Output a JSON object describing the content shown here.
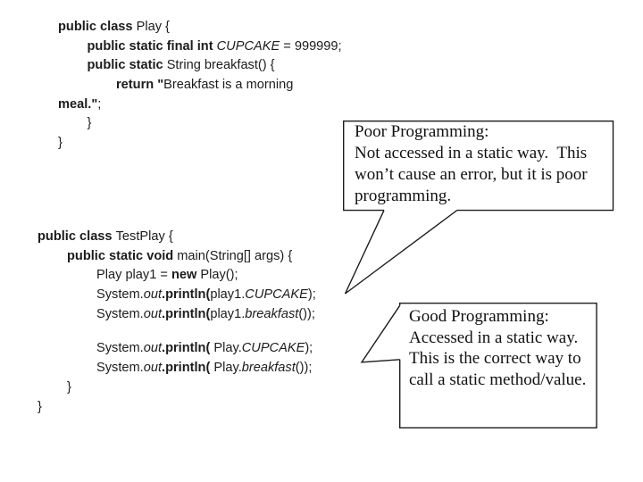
{
  "slide": {
    "background": "#ffffff",
    "ink_color": "#1c1c1c",
    "border_color": "#1c1c1c"
  },
  "code_block_play": {
    "lines": [
      {
        "indent": 0,
        "segs": [
          {
            "t": "public class ",
            "s": "b"
          },
          {
            "t": "Play {"
          }
        ]
      },
      {
        "indent": 1,
        "segs": [
          {
            "t": "public static final int ",
            "s": "b"
          },
          {
            "t": "CUPCAKE",
            "s": "i"
          },
          {
            "t": " = 999999;"
          }
        ]
      },
      {
        "indent": 1,
        "segs": [
          {
            "t": "public static ",
            "s": "b"
          },
          {
            "t": "String breakfast() {"
          }
        ]
      },
      {
        "indent": 2,
        "segs": [
          {
            "t": "return \"",
            "s": "b"
          },
          {
            "t": "Breakfast is a morning"
          }
        ]
      },
      {
        "indent": 0,
        "segs": [
          {
            "t": "meal.\"",
            "s": "b"
          },
          {
            "t": ";"
          }
        ]
      },
      {
        "indent": 1,
        "segs": [
          {
            "t": "}"
          }
        ]
      },
      {
        "indent": 0,
        "segs": [
          {
            "t": "}"
          }
        ]
      }
    ]
  },
  "code_block_testplay": {
    "lines": [
      {
        "indent": 0,
        "segs": [
          {
            "t": "public class ",
            "s": "b"
          },
          {
            "t": "TestPlay {"
          }
        ]
      },
      {
        "indent": 1,
        "segs": [
          {
            "t": "public static void ",
            "s": "b"
          },
          {
            "t": "main(String[] args) {"
          }
        ]
      },
      {
        "indent": 2,
        "segs": [
          {
            "t": "Play play1 = "
          },
          {
            "t": "new",
            "s": "b"
          },
          {
            "t": " Play();"
          }
        ]
      },
      {
        "indent": 2,
        "segs": [
          {
            "t": "System."
          },
          {
            "t": "out",
            "s": "i"
          },
          {
            "t": ".println(",
            "s": "b"
          },
          {
            "t": "play1."
          },
          {
            "t": "CUPCAKE",
            "s": "i"
          },
          {
            "t": ");"
          }
        ]
      },
      {
        "indent": 2,
        "segs": [
          {
            "t": "System."
          },
          {
            "t": "out",
            "s": "i"
          },
          {
            "t": ".println(",
            "s": "b"
          },
          {
            "t": "play1."
          },
          {
            "t": "breakfast",
            "s": "i"
          },
          {
            "t": "());"
          }
        ]
      },
      {
        "blank": true
      },
      {
        "indent": 2,
        "segs": [
          {
            "t": "System."
          },
          {
            "t": "out",
            "s": "i"
          },
          {
            "t": ".println(",
            "s": "b"
          },
          {
            "t": " Play."
          },
          {
            "t": "CUPCAKE",
            "s": "i"
          },
          {
            "t": ");"
          }
        ]
      },
      {
        "indent": 2,
        "segs": [
          {
            "t": "System."
          },
          {
            "t": "out",
            "s": "i"
          },
          {
            "t": ".println(",
            "s": "b"
          },
          {
            "t": " Play."
          },
          {
            "t": "breakfast",
            "s": "i"
          },
          {
            "t": "());"
          }
        ]
      },
      {
        "indent": 1,
        "segs": [
          {
            "t": "}"
          }
        ]
      },
      {
        "indent": 0,
        "segs": [
          {
            "t": "}"
          }
        ]
      }
    ]
  },
  "callout_poor": {
    "lines": [
      "Poor Programming:",
      "Not accessed in a static way.  This",
      "won’t cause an error, but it is poor",
      "programming."
    ]
  },
  "callout_good": {
    "lines": [
      "Good Programming:",
      "Accessed in a static way.",
      "This is the correct way to",
      "call a static method/value."
    ]
  }
}
